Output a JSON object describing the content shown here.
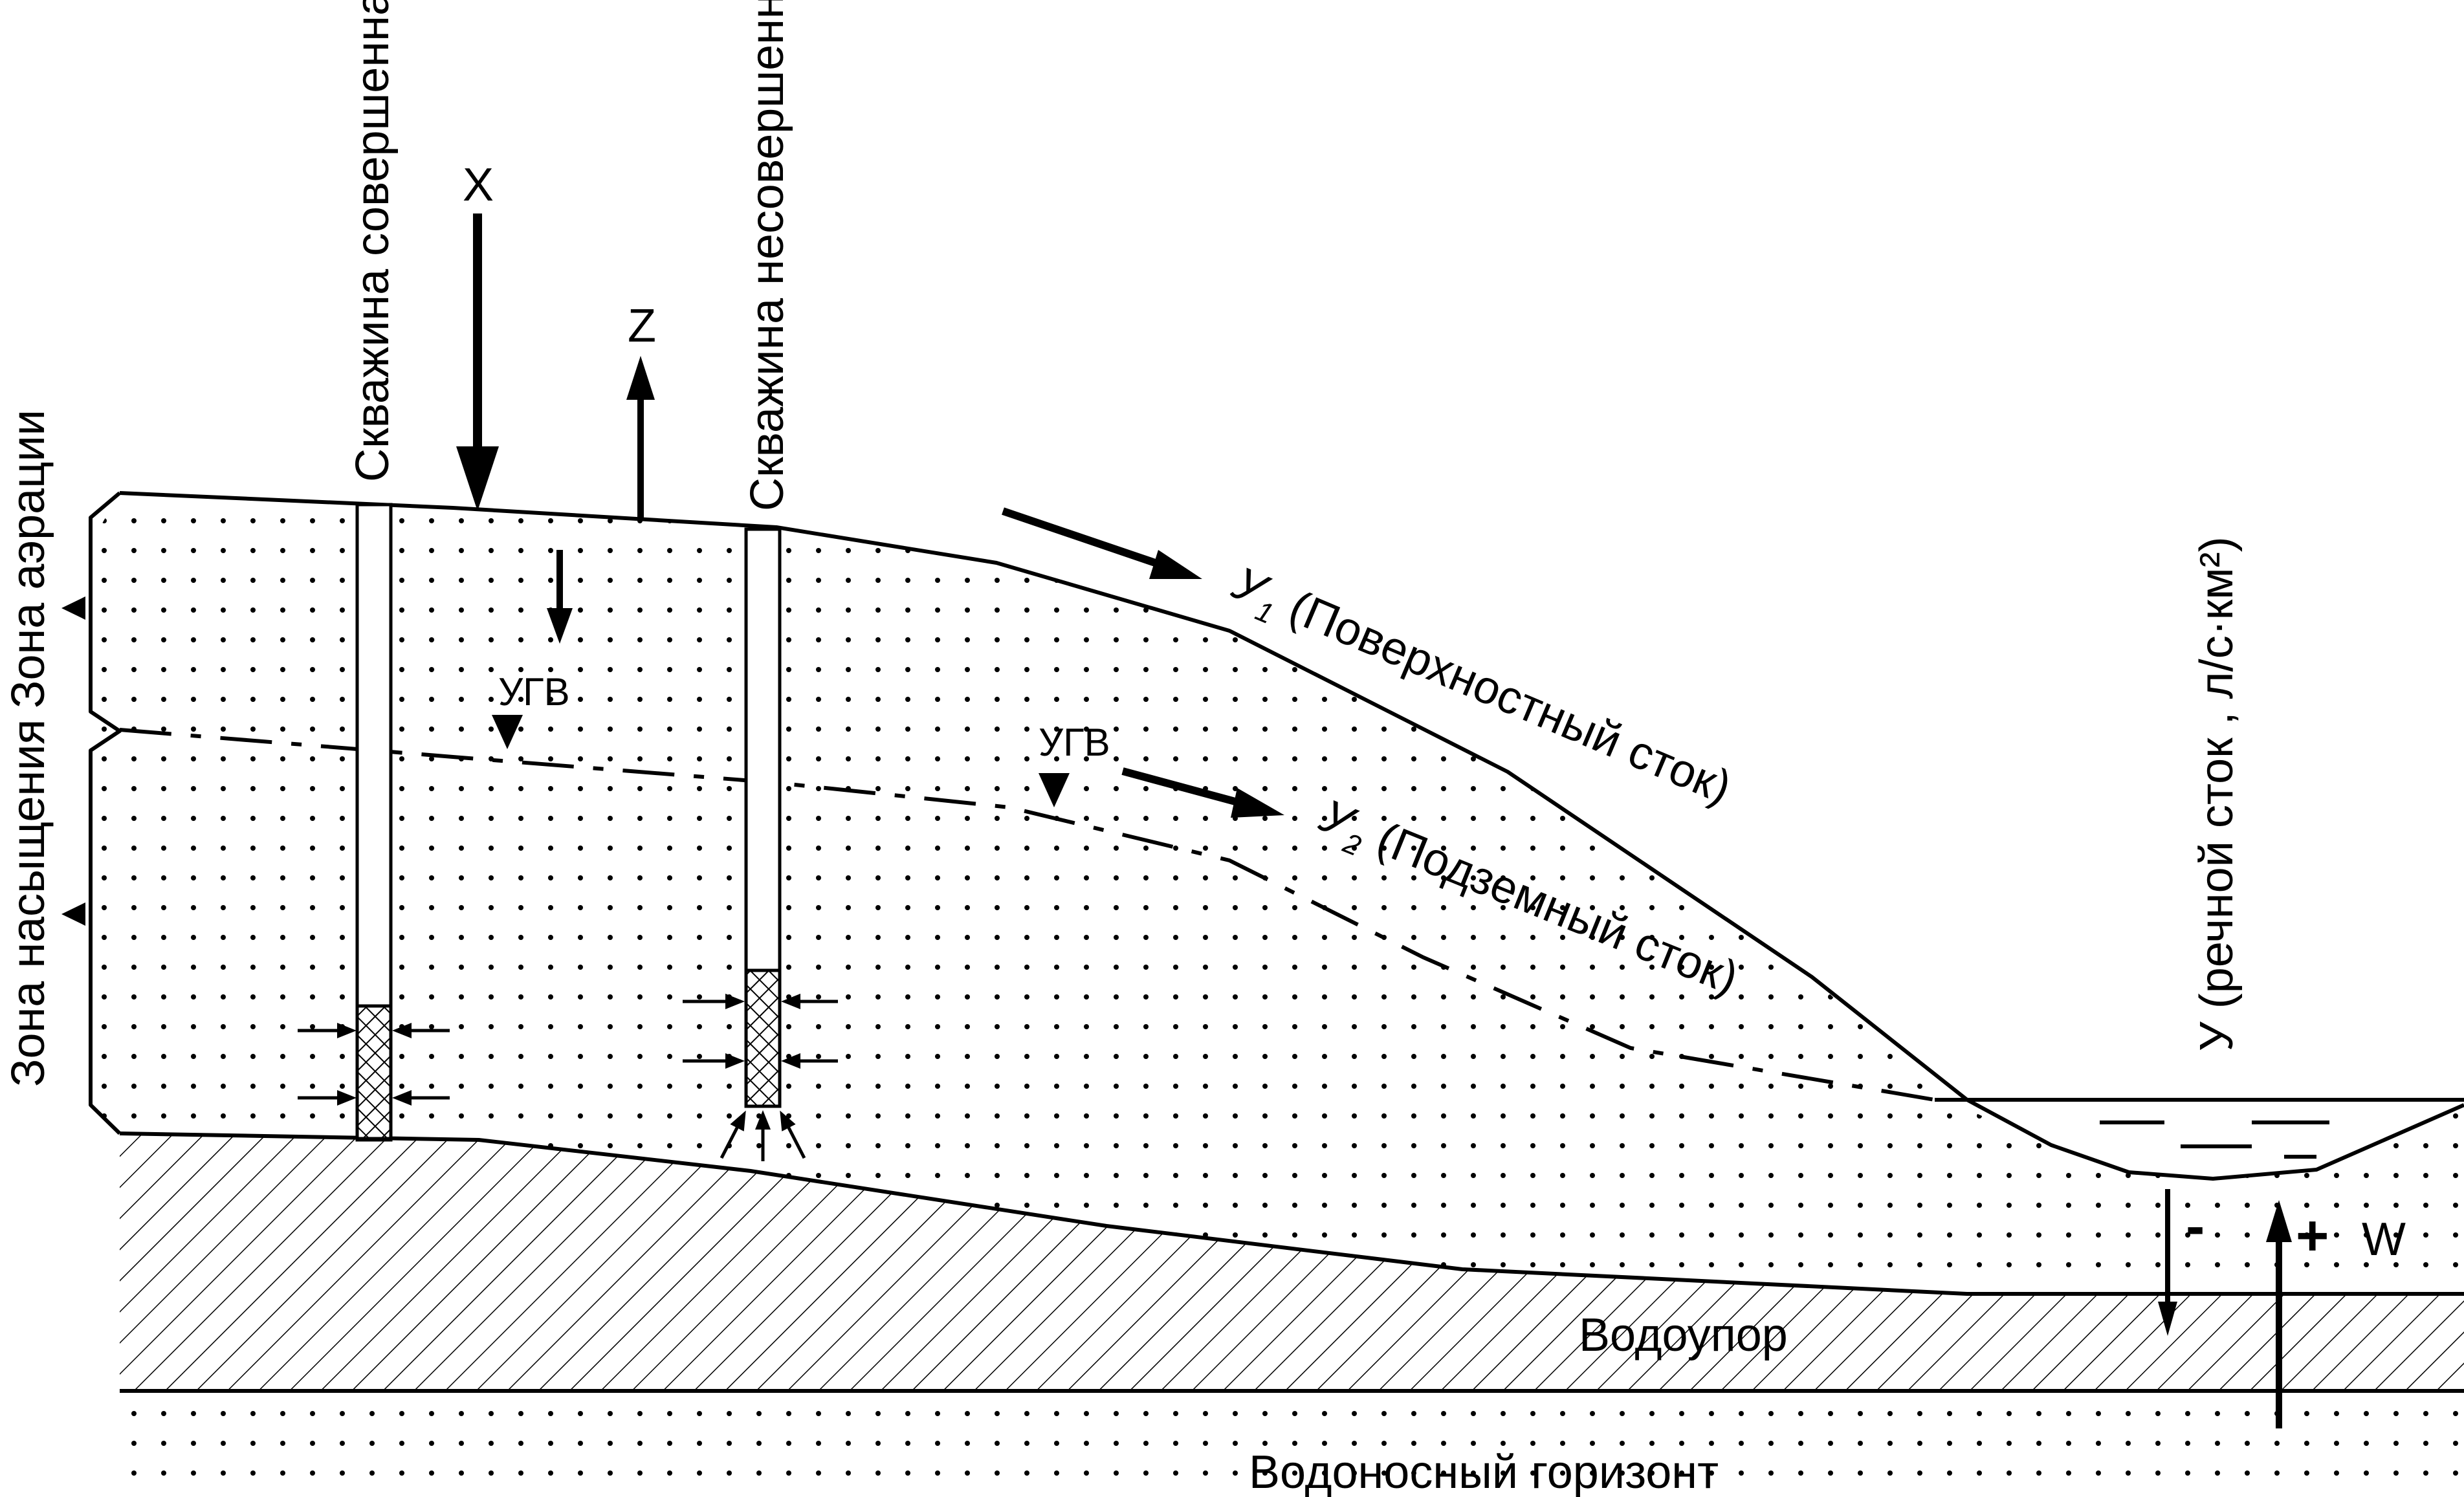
{
  "labels": {
    "well_complete": "Скважина совершенная",
    "well_incomplete": "Скважина несовершенная",
    "precip_x": "X",
    "evap_z": "Z",
    "ugv_1": "УГВ",
    "ugv_2": "УГВ",
    "surface_runoff_symbol": "У",
    "surface_runoff_sub": "1",
    "surface_runoff_text": "(Поверхностный сток)",
    "ground_runoff_symbol": "У",
    "ground_runoff_sub": "2",
    "ground_runoff_text": "(Подземный сток)",
    "aeration_zone": "Зона аэрации",
    "saturation_zone": "Зона насыщения",
    "river_runoff": "У (речной сток , л/с·км²)",
    "minus_sign": "-",
    "plus_sign": "+",
    "w_label": "W",
    "aquitard": "Водоупор",
    "aquifer": "Водоносный горизонт"
  },
  "colors": {
    "ink": "#000000",
    "background": "#ffffff"
  }
}
